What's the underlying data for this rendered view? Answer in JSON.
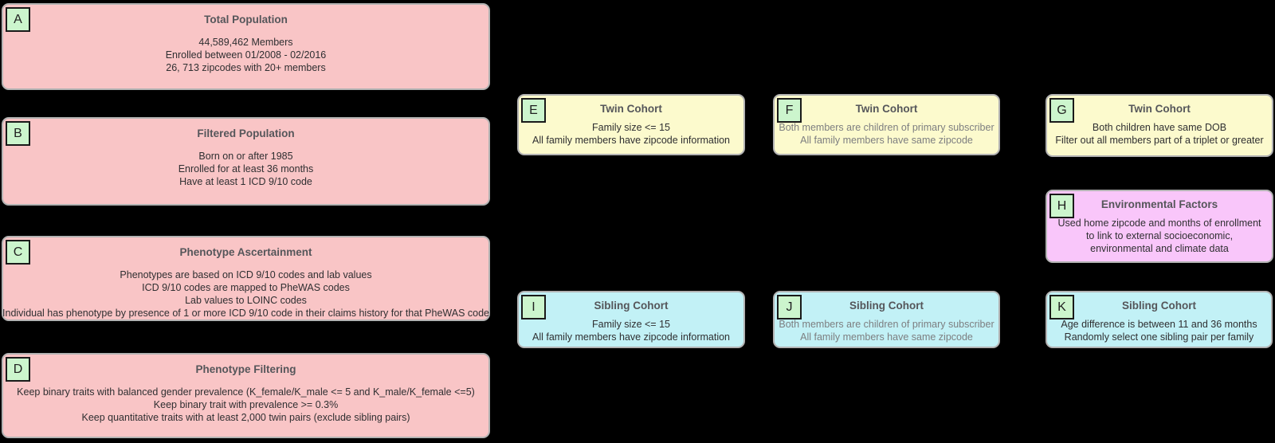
{
  "palette": {
    "background": "#000000",
    "box_border": "#b3b3b3",
    "label_fill": "#ccf5cd",
    "label_border": "#1a1a1a",
    "pink": "#f9c5c6",
    "yellow": "#fcfacd",
    "cyan": "#c2f1f6",
    "magenta": "#f9c6fa",
    "title_text": "#55565a",
    "body_text": "#2f2f31",
    "muted_body_text": "#7d7e80"
  },
  "boxes": [
    {
      "id": "A",
      "title": "Total Population",
      "lines": [
        "44,589,462 Members",
        "Enrolled between 01/2008 - 02/2016",
        "26, 713 zipcodes with 20+ members"
      ]
    },
    {
      "id": "B",
      "title": "Filtered Population",
      "lines": [
        "Born on or after 1985",
        "Enrolled for at least 36 months",
        "Have at least 1 ICD 9/10 code"
      ]
    },
    {
      "id": "C",
      "title": "Phenotype Ascertainment",
      "lines": [
        "Phenotypes are based on ICD 9/10 codes and lab values",
        "ICD 9/10 codes are mapped to PheWAS codes",
        "Lab values to LOINC codes",
        "Individual has phenotype by presence of 1 or more ICD 9/10 code in their claims history for that PheWAS code"
      ]
    },
    {
      "id": "D",
      "title": "Phenotype Filtering",
      "lines": [
        "Keep binary traits with balanced gender prevalence (K_female/K_male <= 5 and K_male/K_female <=5)",
        "Keep binary trait with prevalence >= 0.3%",
        "Keep quantitative traits with at least 2,000 twin pairs (exclude sibling pairs)"
      ]
    },
    {
      "id": "E",
      "title": "Twin Cohort",
      "lines": [
        "Family size <= 15",
        "All family members have zipcode information"
      ]
    },
    {
      "id": "F",
      "title": "Twin Cohort",
      "lines": [
        "Both members are children of primary subscriber",
        "All family members have same zipcode"
      ]
    },
    {
      "id": "G",
      "title": "Twin Cohort",
      "lines": [
        "Both children have same DOB",
        "Filter out all members part of a triplet or greater"
      ]
    },
    {
      "id": "H",
      "title": "Environmental Factors",
      "lines": [
        "Used home zipcode and months of enrollment to link to external socioeconomic, environmental and climate data"
      ]
    },
    {
      "id": "I",
      "title": "Sibling Cohort",
      "lines": [
        "Family size <= 15",
        "All family members have zipcode information"
      ]
    },
    {
      "id": "J",
      "title": "Sibling Cohort",
      "lines": [
        "Both members are children of primary subscriber",
        "All family members have same zipcode"
      ]
    },
    {
      "id": "K",
      "title": "Sibling Cohort",
      "lines": [
        "Age difference is between 11 and 36 months",
        "Randomly select one sibling pair per family"
      ]
    }
  ]
}
